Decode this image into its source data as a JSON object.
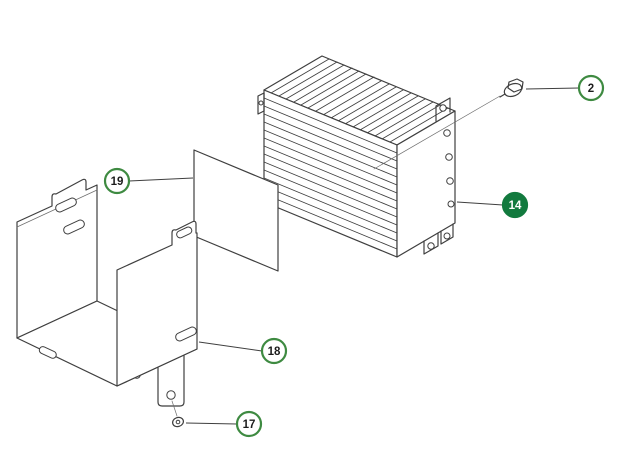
{
  "diagram": {
    "kind": "exploded-parts-diagram",
    "callouts": [
      {
        "label": "2",
        "style": "outline"
      },
      {
        "label": "14",
        "style": "filled"
      },
      {
        "label": "19",
        "style": "outline"
      },
      {
        "label": "18",
        "style": "outline"
      },
      {
        "label": "17",
        "style": "outline"
      }
    ],
    "icons": [
      "heatsink-module-drawing",
      "cover-panel-drawing",
      "mounting-bracket-drawing",
      "flange-bolt-drawing",
      "mounting-screw-drawing"
    ],
    "colors": {
      "callout_green": "#3e8a41",
      "callout_filled": "#127a3e",
      "line": "#3f3f3f",
      "line_light": "#6e6e6e",
      "background": "#ffffff"
    }
  }
}
